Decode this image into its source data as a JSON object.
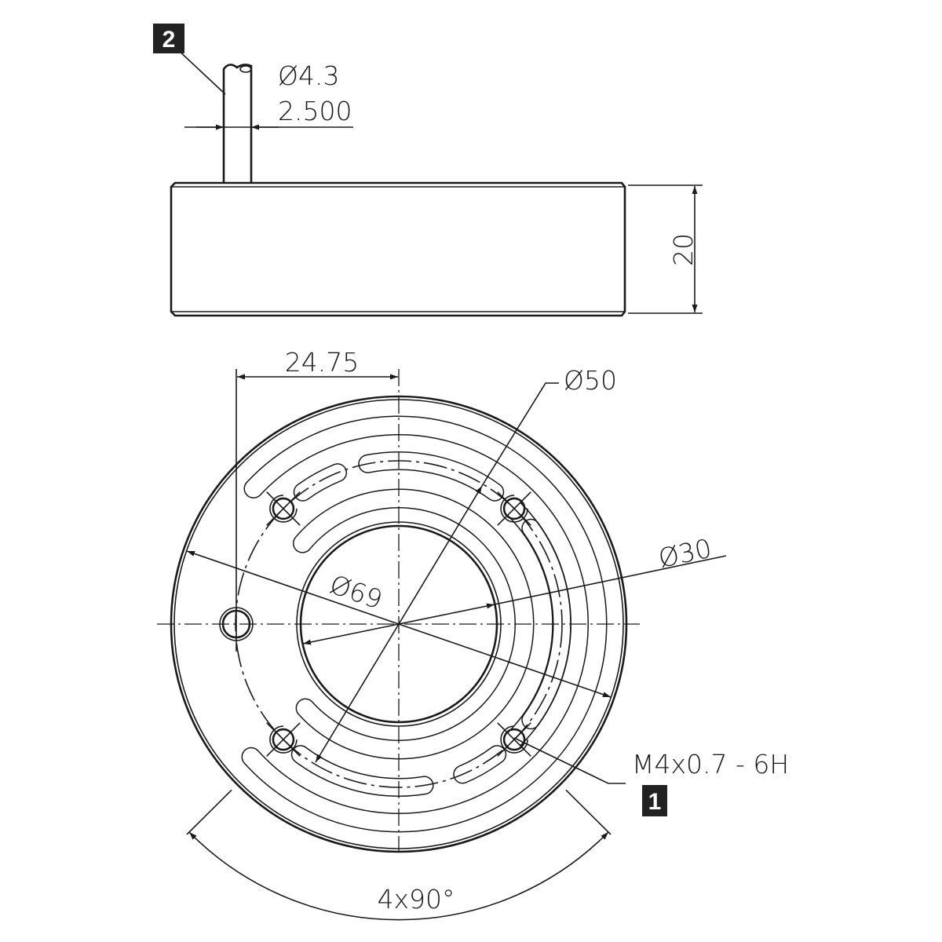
{
  "drawing": {
    "callouts": [
      {
        "number": "2"
      },
      {
        "number": "1"
      }
    ],
    "cable": {
      "diameter_label": "Ø4.3",
      "length_label": "2.500"
    },
    "side_view": {
      "height_label": "20"
    },
    "top_view": {
      "offset_label": "24.75",
      "bolt_circle_label": "Ø50",
      "bore_label": "Ø30",
      "outer_label": "Ø69",
      "thread_label": "M4x0.7 - 6H",
      "angle_label": "4x90°"
    }
  }
}
